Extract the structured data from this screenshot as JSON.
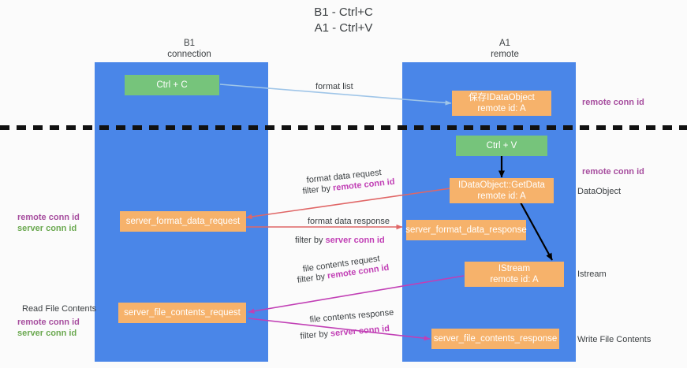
{
  "title": {
    "line1": "B1 - Ctrl+C",
    "line2": "A1 - Ctrl+V"
  },
  "lanes": [
    {
      "id": "b1",
      "name": "B1",
      "subtitle": "connection",
      "color": "#4a86e8"
    },
    {
      "id": "a1",
      "name": "A1",
      "subtitle": "remote",
      "color": "#4a86e8"
    }
  ],
  "nodes": {
    "ctrl_c": {
      "label": "Ctrl + C",
      "color": "#76c47b"
    },
    "save_idataobject": {
      "line1": "保存IDataObject",
      "line2": "remote id: A",
      "color": "#f6b26b"
    },
    "ctrl_v": {
      "label": "Ctrl + V",
      "color": "#76c47b"
    },
    "getdata": {
      "line1": "IDataObject::GetData",
      "line2": "remote id: A",
      "color": "#f6b26b"
    },
    "server_format_data_request": {
      "label": "server_format_data_request",
      "color": "#f6b26b"
    },
    "server_format_data_response": {
      "label": "server_format_data_response",
      "color": "#f6b26b"
    },
    "istream": {
      "line1": "IStream",
      "line2": "remote id: A",
      "color": "#f6b26b"
    },
    "server_file_contents_request": {
      "label": "server_file_contents_request",
      "color": "#f6b26b"
    },
    "server_file_contents_response": {
      "label": "server_file_contents_response",
      "color": "#f6b26b"
    }
  },
  "edge_labels": {
    "format_list": "format list",
    "format_data_request": "format data request",
    "format_data_request_filter_prefix": "filter by ",
    "format_data_request_filter_key": "remote conn id",
    "format_data_response": "format data response",
    "format_data_response_filter_prefix": "filter by ",
    "format_data_response_filter_key": "server conn id",
    "file_contents_request": "file contents request",
    "file_contents_request_filter_prefix": "filter by ",
    "file_contents_request_filter_key": "remote conn id",
    "file_contents_response": "file contents response",
    "file_contents_response_filter_prefix": "filter by ",
    "file_contents_response_filter_key": "server conn id"
  },
  "side_labels": {
    "right_remote_conn_id_top": "remote conn id",
    "right_remote_conn_id_mid": "remote conn id",
    "right_dataobject": "DataObject",
    "right_istream": "Istream",
    "right_write_file_contents": "Write File Contents",
    "left_remote_conn_id": "remote conn id",
    "left_server_conn_id": "server conn id",
    "left_read_file_contents": "Read File Contents",
    "left_remote_conn_id_2": "remote conn id",
    "left_server_conn_id_2": "server conn id"
  },
  "colors": {
    "lane": "#4a86e8",
    "orange": "#f6b26b",
    "green": "#76c47b",
    "purple": "#a64d9e",
    "magenta": "#c13fb5",
    "green_text": "#6aa84f",
    "arrow_blue": "#9fc5e8",
    "arrow_red": "#e06666",
    "arrow_black": "#000000",
    "arrow_magenta": "#c13fb5",
    "divider": "#111111",
    "background": "#fbfbfb"
  }
}
